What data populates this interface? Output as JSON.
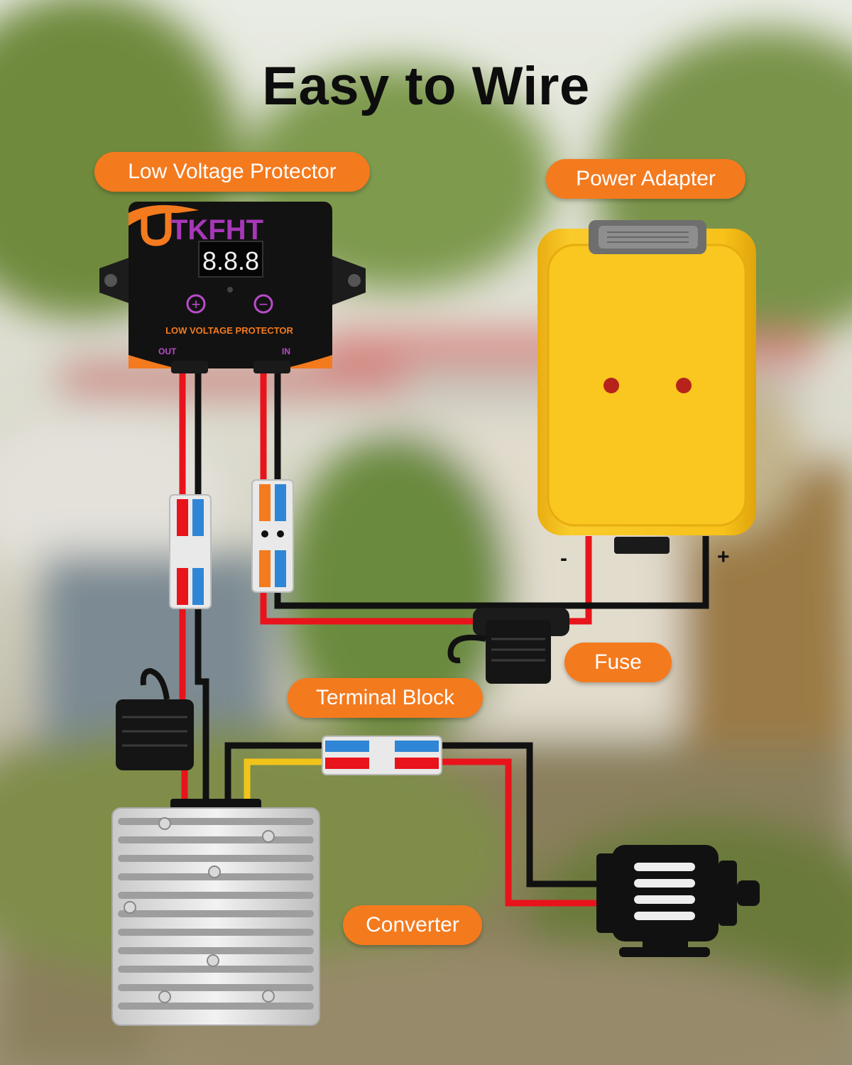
{
  "title": "Easy to Wire",
  "labels": {
    "low_voltage_protector": "Low Voltage Protector",
    "power_adapter": "Power Adapter",
    "fuse": "Fuse",
    "terminal_block": "Terminal Block",
    "converter": "Converter"
  },
  "device": {
    "brand": "TKFHT",
    "display": "8.8.8",
    "plus": "+",
    "minus": "−",
    "name": "LOW VOLTAGE PROTECTOR",
    "out": "OUT",
    "in": "IN"
  },
  "polarity": {
    "minus": "-",
    "plus": "+"
  },
  "colors": {
    "pill": "#f47a1e",
    "wire_red": "#e8131b",
    "wire_black": "#111111",
    "wire_yellow": "#f2c41a",
    "adapter": "#f7c21a",
    "connector_blue": "#2f86d6"
  }
}
